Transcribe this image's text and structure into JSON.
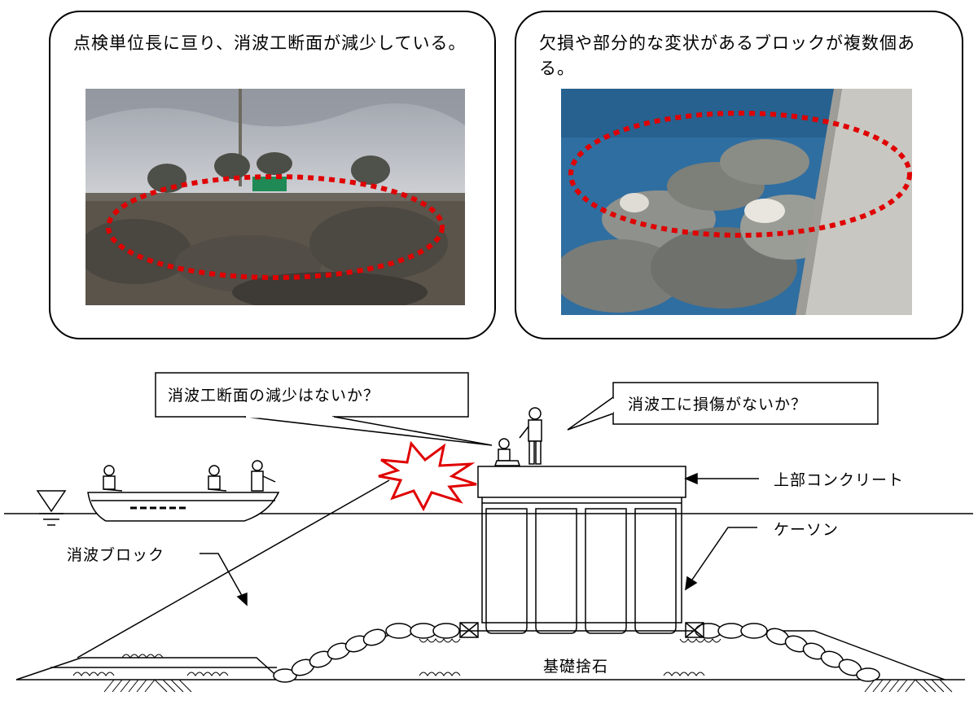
{
  "panels": [
    {
      "text": "点検単位長に亘り、消波工断面が減少している。",
      "photo": "breakwater-section-photo"
    },
    {
      "text": "欠損や部分的な変状があるブロックが複数個ある。",
      "photo": "damaged-blocks-photo"
    }
  ],
  "callouts": {
    "section_decrease": "消波工断面の減少はないか？",
    "damage_check": "消波工に損傷がないか？"
  },
  "labels": {
    "upper_concrete": "上部コンクリート",
    "caisson": "ケーソン",
    "wave_block": "消波ブロック",
    "foundation_rubble": "基礎捨石"
  },
  "colors": {
    "highlight": "#e00000",
    "burst_fill": "#ffffff",
    "sea": "#2f6ea0",
    "sky": "#c9ccd2"
  }
}
